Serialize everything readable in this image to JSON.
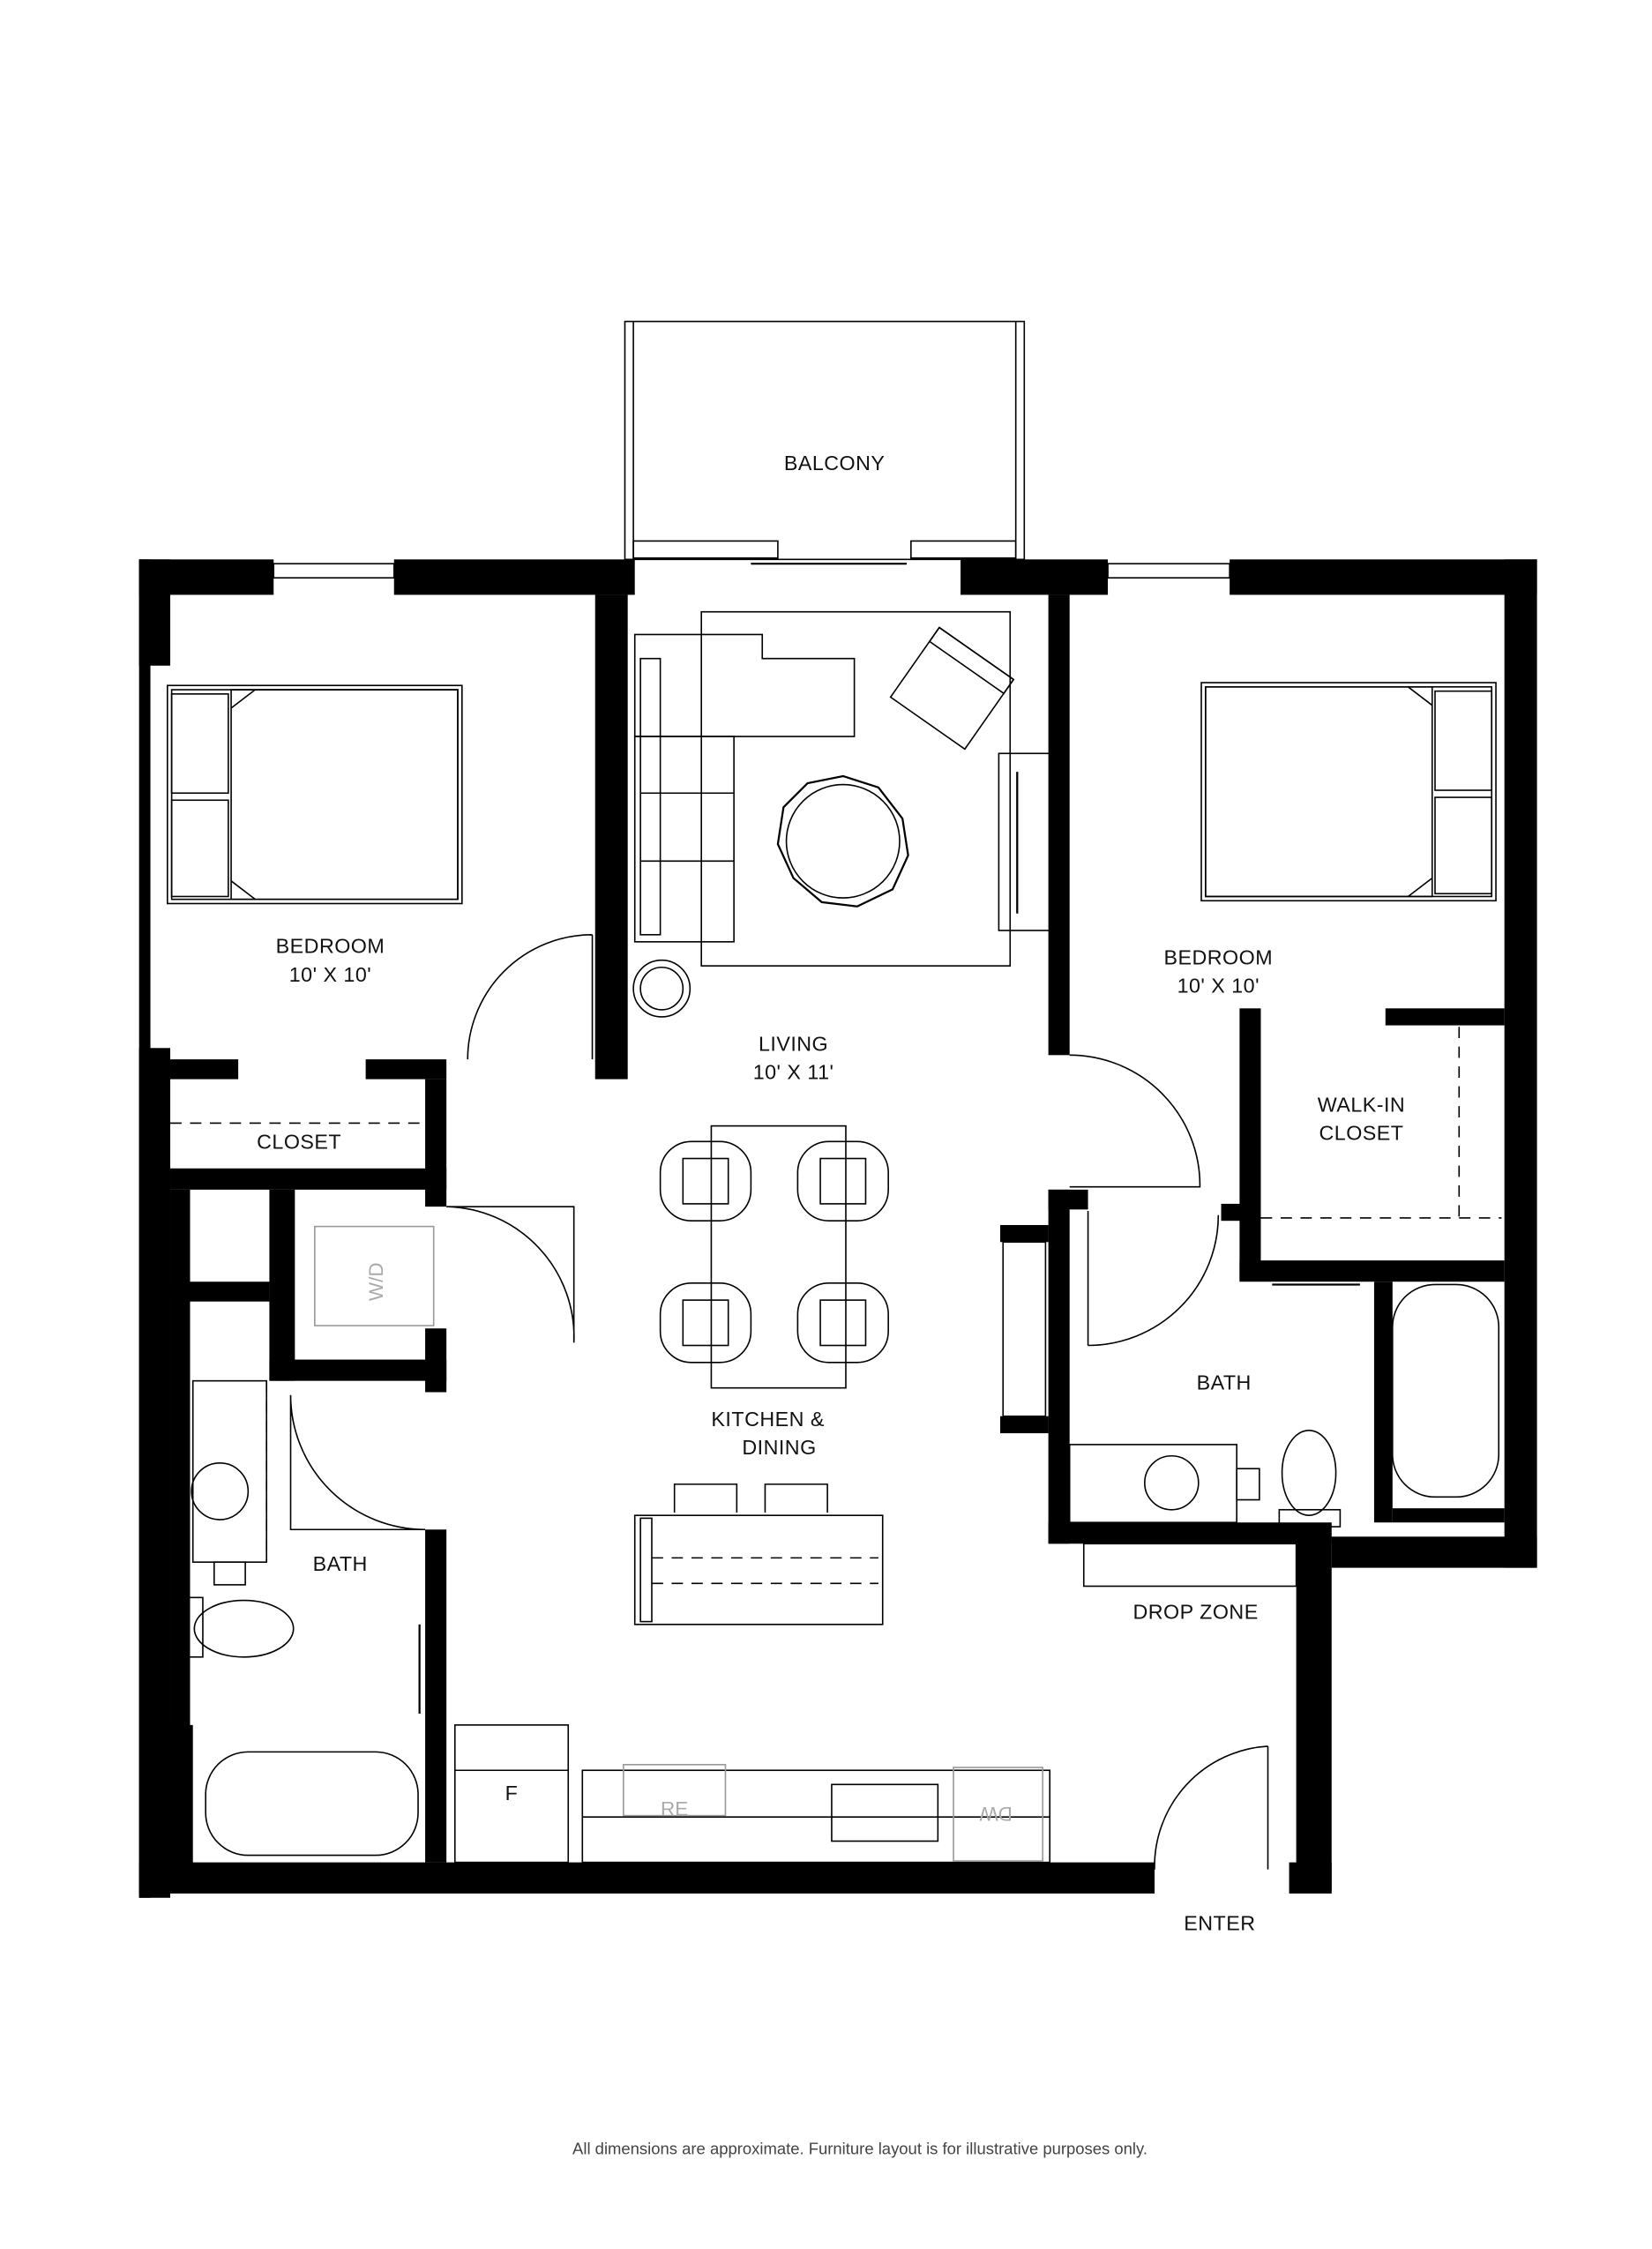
{
  "rooms": {
    "balcony": "BALCONY",
    "bedroom_left": {
      "name": "BEDROOM",
      "size": "10' X 10'"
    },
    "living": {
      "name": "LIVING",
      "size": "10' X 11'"
    },
    "bedroom_right": {
      "name": "BEDROOM",
      "size": "10' X 10'"
    },
    "closet": "CLOSET",
    "walk_in_closet": {
      "line1": "WALK-IN",
      "line2": "CLOSET"
    },
    "washer_dryer": "W/D",
    "bath_left": "BATH",
    "bath_right": "BATH",
    "kitchen_dining": {
      "line1": "KITCHEN &",
      "line2": "DINING"
    },
    "drop_zone": "DROP ZONE",
    "fridge": "F",
    "range": "RE",
    "dishwasher": "DW",
    "enter": "ENTER"
  },
  "footer": "All dimensions are approximate. Furniture layout is for illustrative purposes only.",
  "colors": {
    "wall": "#000000",
    "appliance_outline": "#999999",
    "background": "#ffffff"
  }
}
